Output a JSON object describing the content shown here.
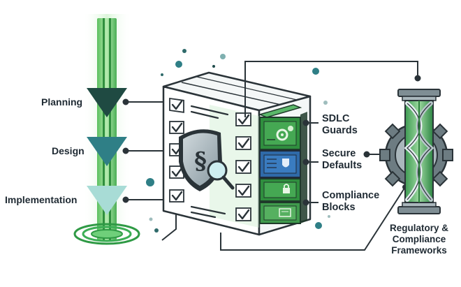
{
  "phases": [
    {
      "label": "Planning"
    },
    {
      "label": "Design"
    },
    {
      "label": "Implementation"
    }
  ],
  "stack_labels": [
    {
      "line1": "SDLC",
      "line2": "Guards"
    },
    {
      "line1": "Secure",
      "line2": "Defaults"
    },
    {
      "line1": "Compliance",
      "line2": "Blocks"
    }
  ],
  "framework": {
    "line1": "Regulatory &",
    "line2": "Compliance",
    "line3": "Frameworks"
  },
  "colors": {
    "dark_green": "#1f5c3a",
    "green": "#3a9a4e",
    "light_green": "#8fd49a",
    "teal_dark": "#1f4a4a",
    "teal": "#2f7f86",
    "teal_light": "#9fd8d4",
    "blue": "#2f6aa8",
    "gray": "#6a7a80",
    "text": "#1f2a33"
  },
  "icons": {
    "shield": "shield-section-icon",
    "magnifier": "magnifier-icon",
    "gear": "gear-icon",
    "lock": "lock-icon",
    "checkmark": "checkmark-icon"
  }
}
